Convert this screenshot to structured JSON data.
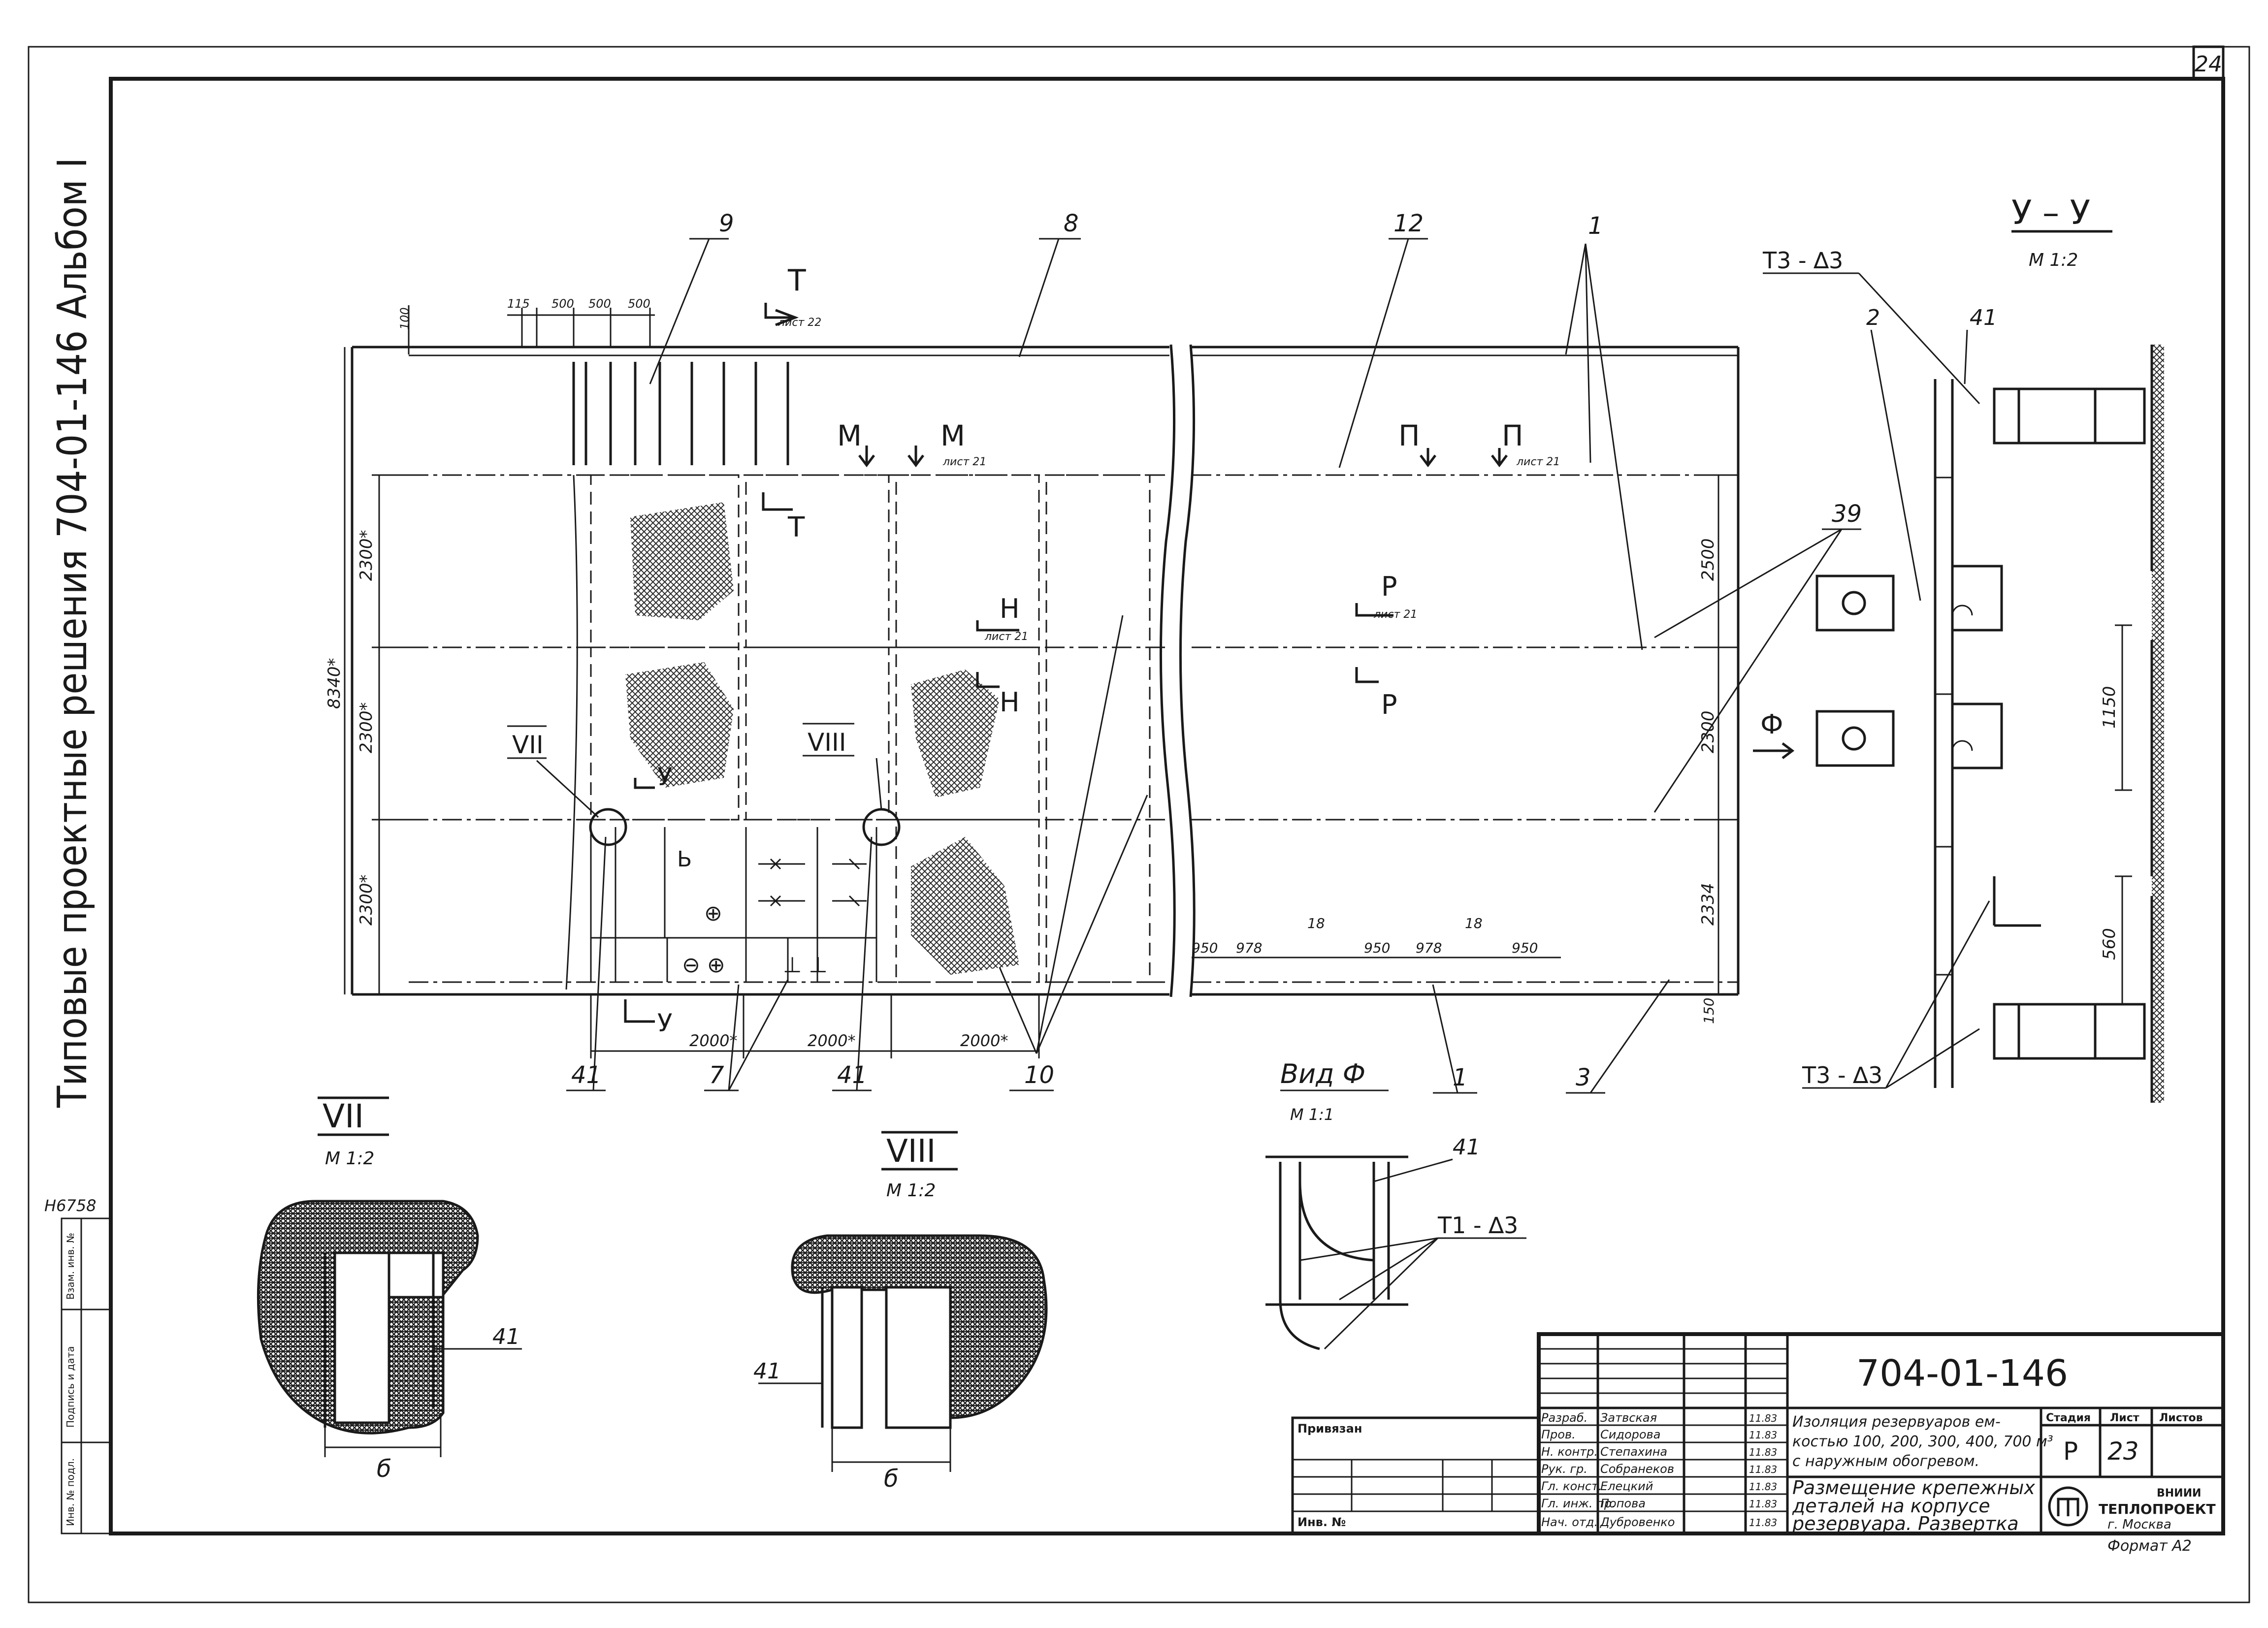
{
  "sheet_corner_number": "24",
  "side": {
    "album_title": "Типовые проектные решения  704-01-146  Альбом I",
    "archive_number": "Н6758",
    "stamp_labels": [
      "Инв. № подл.",
      "Подпись и дата",
      "Взам. инв. №"
    ]
  },
  "development": {
    "leaders": {
      "l1": "1",
      "l3": "3",
      "l7": "7",
      "l8": "8",
      "l9": "9",
      "l10": "10",
      "l12": "12",
      "l39": "39",
      "l41a": "41",
      "l41b": "41"
    },
    "top_dims": [
      "115",
      "500",
      "500",
      "500"
    ],
    "top_dim_left": "100",
    "left_dims": [
      "2300*",
      "2300*",
      "2300*"
    ],
    "overall_height": "8340*",
    "right_dims": [
      "2500",
      "2300",
      "2334"
    ],
    "bottom_right_dim": "150",
    "bottom_dims": [
      "2000*",
      "2000*",
      "2000*"
    ],
    "rib_dims": [
      "950",
      "978",
      "18",
      "950",
      "978",
      "18",
      "950"
    ],
    "callouts": {
      "vii": "VII",
      "viii": "VIII"
    },
    "sections": {
      "t": "Т",
      "t_sheet": "лист 22",
      "m1": "М",
      "m2": "М",
      "m_sheet": "лист 21",
      "p1": "П",
      "p2": "П",
      "p_sheet": "лист 21",
      "h1": "Н",
      "h2": "Н",
      "h_sheet": "лист 21",
      "r1": "Р",
      "r2": "Р",
      "r_sheet": "лист 21",
      "u1": "У",
      "u2": "У",
      "f": "Ф"
    },
    "equipment_symbols": [
      "Ь",
      "⊕",
      "⊖ ⊕",
      "⊥ ⊥"
    ]
  },
  "section_uu": {
    "title": "У – У",
    "scale": "М 1:2",
    "labels": {
      "weld_top": "Т3 - ∆3",
      "weld_bottom": "Т3 - ∆3",
      "part2": "2",
      "part41": "41"
    },
    "dims": [
      "1150",
      "560"
    ]
  },
  "view_f": {
    "title": "Вид  Ф",
    "scale": "М 1:1",
    "part41": "41",
    "weld": "Т1 - ∆3"
  },
  "detail_vii": {
    "title": "VII",
    "scale": "М 1:2",
    "part41": "41",
    "dim": "б"
  },
  "detail_viii": {
    "title": "VIII",
    "scale": "М 1:2",
    "part41": "41",
    "dim": "б"
  },
  "title_block": {
    "doc_number": "704-01-146",
    "bound_label": "Привязан",
    "inv_label": "Инв. №",
    "rows": [
      {
        "role": "Разраб.",
        "name": "Затвская",
        "date": "11.83"
      },
      {
        "role": "Пров.",
        "name": "Сидорова",
        "date": "11.83"
      },
      {
        "role": "Н. контр.",
        "name": "Степахина",
        "date": "11.83"
      },
      {
        "role": "Рук. гр.",
        "name": "Собранеков",
        "date": "11.83"
      },
      {
        "role": "Гл. конст.",
        "name": "Елецкий",
        "date": "11.83"
      },
      {
        "role": "Гл. инж. пр.",
        "name": "Попова",
        "date": "11.83"
      },
      {
        "role": "Нач. отд.",
        "name": "Дубровенко",
        "date": "11.83"
      }
    ],
    "project_title": [
      "Изоляция резервуаров ем-",
      "костью 100, 200, 300, 400, 700 м³",
      "с наружным обогревом."
    ],
    "sheet_title": [
      "Размещение крепежных",
      "деталей на корпусе",
      "резервуара. Развертка"
    ],
    "stage_header": "Стадия",
    "sheet_header": "Лист",
    "sheets_header": "Листов",
    "stage": "Р",
    "sheet": "23",
    "org": [
      "ВНИИИ",
      "ТЕПЛОПРОЕКТ",
      "г. Москва"
    ],
    "format": "Формат А2"
  }
}
